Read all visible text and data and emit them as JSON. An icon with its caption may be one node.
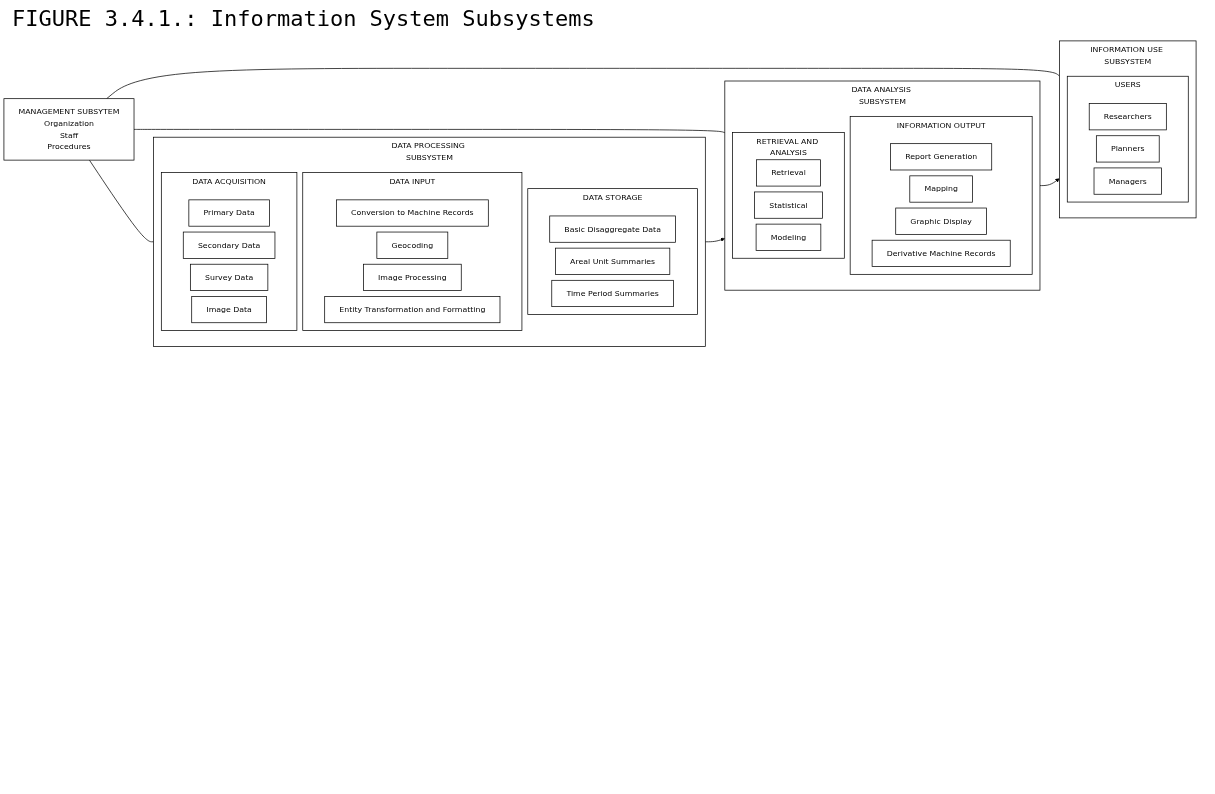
{
  "diagram": {
    "title": "FIGURE 3.4.1.: Information System Subsystems",
    "nodes": [
      {
        "text": [
          "MANAGEMENT SUBSYTEM",
          "Organization",
          "Staff",
          "Procedures"
        ]
      },
      {
        "text": [
          "DATA PROCESSING SUBSYSTEM"
        ]
      },
      {
        "text": [
          "DATA ACQUISITION"
        ],
        "in": 1
      },
      {
        "text": [
          "Primary Data"
        ],
        "in": 2
      },
      {
        "text": [
          "Secondary Data"
        ],
        "in": 2
      },
      {
        "text": [
          "Survey Data"
        ],
        "in": 2
      },
      {
        "text": [
          "Image Data"
        ],
        "in": 2
      },
      {
        "text": [
          "DATA INPUT"
        ],
        "in": 1
      },
      {
        "text": [
          "Conversion to Machine Records"
        ],
        "in": 7
      },
      {
        "text": [
          "Geocoding"
        ],
        "in": 7
      },
      {
        "text": [
          "Image Processing"
        ],
        "in": 7
      },
      {
        "text": [
          "Entity Transformation and Formatting"
        ],
        "in": 7
      },
      {
        "text": [
          "DATA STORAGE"
        ],
        "in": 1
      },
      {
        "text": [
          "Basic Disaggregate Data"
        ],
        "in": 12
      },
      {
        "text": [
          "Areal Unit Summaries"
        ],
        "in": 12
      },
      {
        "text": [
          "Time Period Summaries"
        ],
        "in": 12
      },
      {
        "text": [
          "DATA ANALYSIS SUBSYSTEM"
        ]
      },
      {
        "text": [
          "RETRIEVAL AND ANALYSIS"
        ],
        "in": 16
      },
      {
        "text": [
          "Retrieval"
        ],
        "in": 17
      },
      {
        "text": [
          "Statistical"
        ],
        "in": 17
      },
      {
        "text": [
          "Modeling"
        ],
        "in": 17
      },
      {
        "text": [
          "INFORMATION OUTPUT"
        ],
        "in": 16
      },
      {
        "text": [
          "Report Generation"
        ],
        "in": 21
      },
      {
        "text": [
          "Mapping"
        ],
        "in": 21
      },
      {
        "text": [
          "Graphic Display"
        ],
        "in": 21
      },
      {
        "text": [
          "Derivative Machine Records"
        ],
        "in": 21
      },
      {
        "text": [
          "INFORMATION USE SUBSYSTEM"
        ]
      },
      {
        "text": [
          "USERS"
        ],
        "in": 26
      },
      {
        "text": [
          "Researchers"
        ],
        "in": 27
      },
      {
        "text": [
          "Planners"
        ],
        "in": 27
      },
      {
        "text": [
          "Managers"
        ],
        "in": 27
      }
    ],
    "edges": [
      {
        "from": 0,
        "to": 1,
        "arrow": "none"
      },
      {
        "from": 0,
        "to": 16,
        "arrow": "none"
      },
      {
        "from": 0,
        "to": 26,
        "arrow": "none"
      },
      {
        "from": 1,
        "to": 16,
        "arrow": "to"
      },
      {
        "from": 16,
        "to": 26,
        "arrow": "to"
      }
    ]
  }
}
